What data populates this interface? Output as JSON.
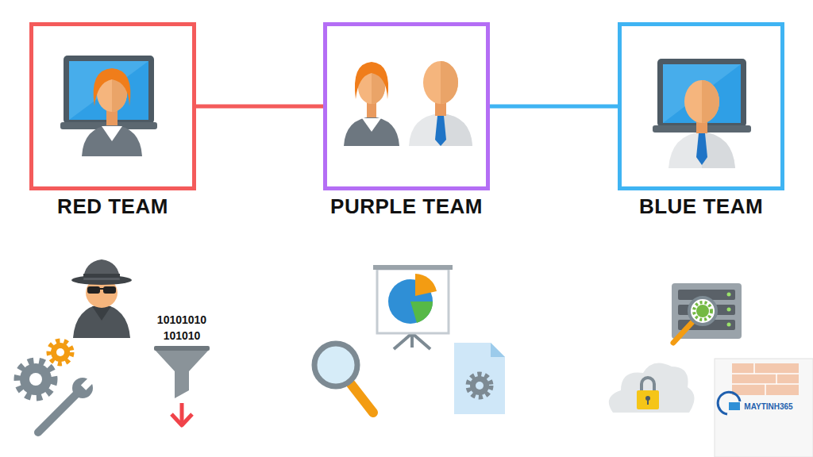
{
  "diagram": {
    "nodes": [
      {
        "text": [
          "RED TEAM"
        ]
      },
      {
        "text": [
          "PURPLE TEAM"
        ]
      },
      {
        "text": [
          "BLUE TEAM"
        ]
      }
    ],
    "edges": [
      {
        "from": 0,
        "to": 1,
        "arrow": "none"
      },
      {
        "from": 1,
        "to": 2,
        "arrow": "none"
      }
    ],
    "labels": [
      "10101010",
      "101010",
      "MAYTINH365"
    ]
  }
}
